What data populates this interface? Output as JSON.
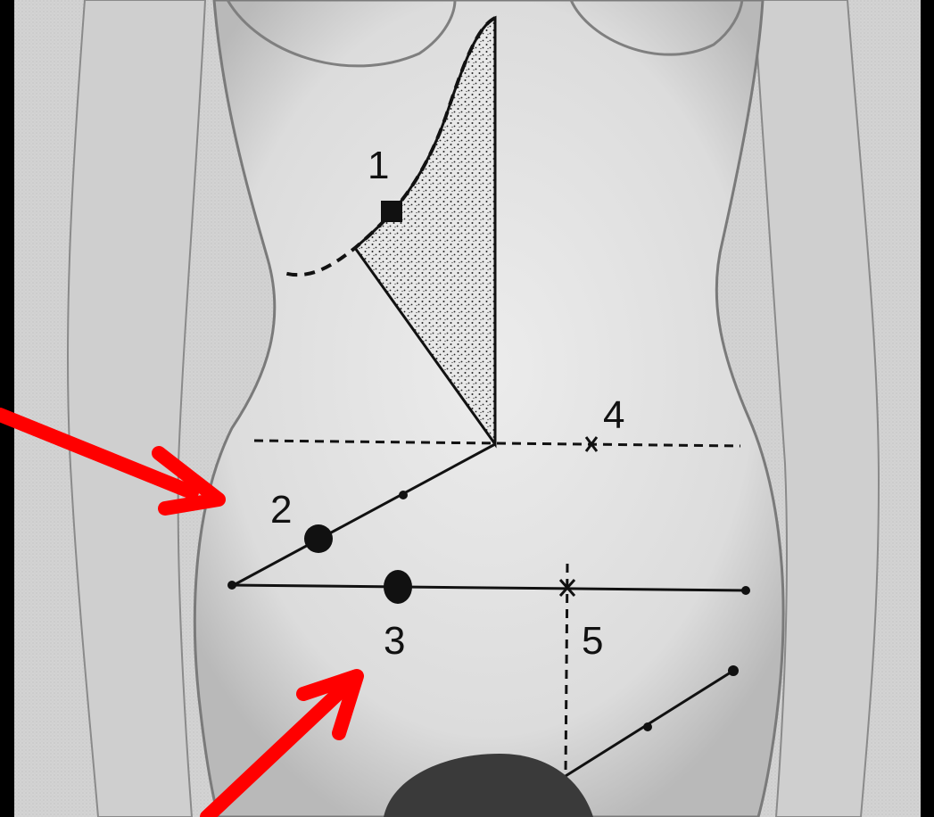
{
  "figure": {
    "labels": [
      "1",
      "2",
      "3",
      "4",
      "5"
    ]
  },
  "colors": {
    "background": "#d6d6d6",
    "ink": "#111111",
    "arrow": "#ff0000",
    "frame": "#000000"
  }
}
